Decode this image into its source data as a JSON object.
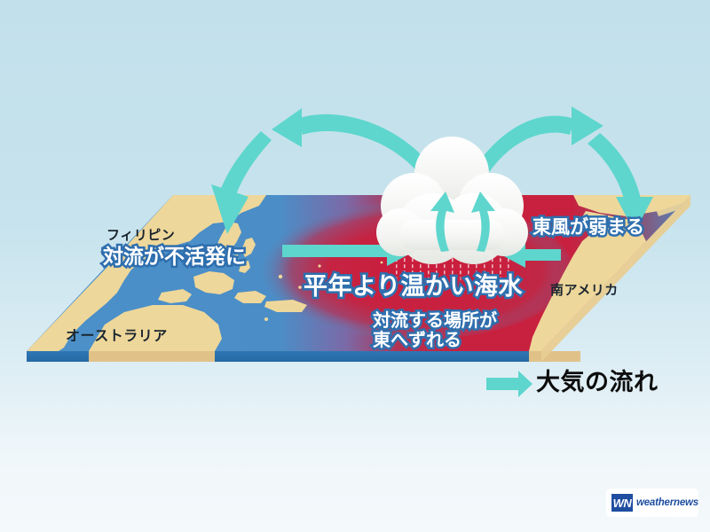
{
  "diagram": {
    "title_hidden": "",
    "background_color": "#c5e2ec",
    "ocean_color": "#4a8fc8",
    "land_color": "#eed79a",
    "warm_water_color": "#c9203f",
    "arrow_color": "#5ed6cd",
    "text_outline_color": "#2f6fae"
  },
  "labels": {
    "philippines": "フィリピン",
    "convection_inactive": "対流が不活発に",
    "australia": "オーストラリア",
    "south_america": "南アメリカ",
    "easterly_weakens": "東風が弱まる",
    "warm_water": "平年より温かい海水",
    "convection_shift_line1": "対流する場所が",
    "convection_shift_line2": "東へずれる"
  },
  "legend": {
    "arrow_label": "大気の流れ",
    "arrow_color": "#5ed6cd"
  },
  "logo": {
    "mark": "WN",
    "name": "weathernews",
    "color": "#1f4ea1"
  },
  "arrows": {
    "upper_left_arc": "westward-upper-air-flow",
    "upper_right_arc": "eastward-upper-air-flow",
    "descending_left": "descending-air-philippines",
    "descending_right": "descending-air-south-america",
    "surface_west_to_east": "surface-flow-eastward",
    "surface_east_to_west": "weakened-easterly-wind",
    "updraft_left": "updraft-in-cloud-left",
    "updraft_right": "updraft-in-cloud-right"
  }
}
